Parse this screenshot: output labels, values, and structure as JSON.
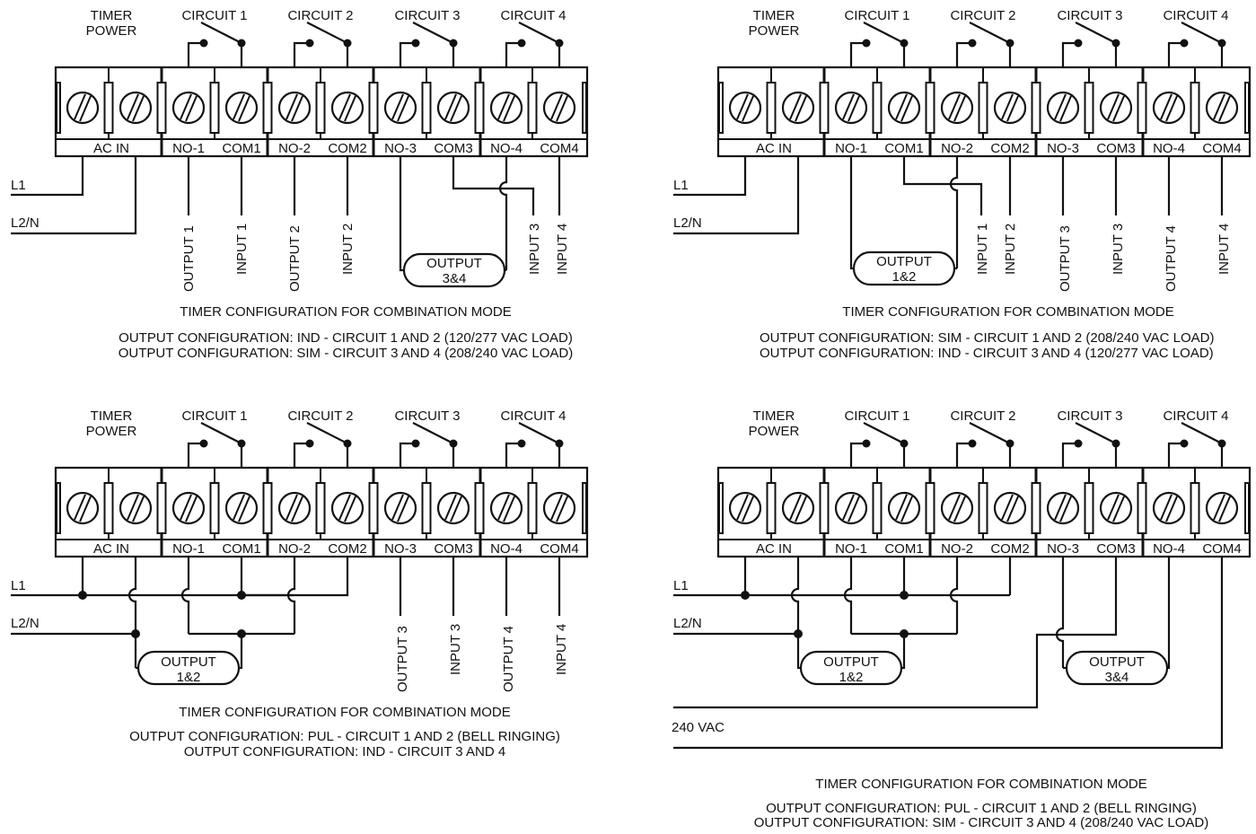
{
  "colors": {
    "ink": "#111111",
    "background": "#ffffff"
  },
  "common": {
    "timer_power_label": [
      "TIMER",
      "POWER"
    ],
    "circuit_labels": [
      "CIRCUIT 1",
      "CIRCUIT 2",
      "CIRCUIT 3",
      "CIRCUIT 4"
    ],
    "terminal_labels": [
      "AC IN",
      "NO-1",
      "COM1",
      "NO-2",
      "COM2",
      "NO-3",
      "COM3",
      "NO-4",
      "COM4"
    ],
    "line_labels": {
      "l1": "L1",
      "l2": "L2/N"
    },
    "caption_title": "TIMER CONFIGURATION FOR COMBINATION MODE"
  },
  "panels": [
    {
      "id": "top-left",
      "config_lines": [
        "OUTPUT CONFIGURATION: IND - CIRCUIT 1 AND 2 (120/277 VAC LOAD)",
        "OUTPUT CONFIGURATION: SIM - CIRCUIT 3 AND 4 (208/240 VAC LOAD)"
      ],
      "wire_labels": [
        "OUTPUT 1",
        "INPUT 1",
        "OUTPUT 2",
        "INPUT 2",
        "INPUT 3",
        "INPUT 4"
      ],
      "load_labels": [
        [
          "OUTPUT",
          "3&4"
        ]
      ]
    },
    {
      "id": "top-right",
      "config_lines": [
        "OUTPUT CONFIGURATION: SIM - CIRCUIT 1 AND 2 (208/240 VAC LOAD)",
        "OUTPUT CONFIGURATION: IND - CIRCUIT 3 AND 4 (120/277 VAC LOAD)"
      ],
      "wire_labels": [
        "INPUT 1",
        "INPUT 2",
        "OUTPUT 3",
        "INPUT 3",
        "OUTPUT 4",
        "INPUT 4"
      ],
      "load_labels": [
        [
          "OUTPUT",
          "1&2"
        ]
      ]
    },
    {
      "id": "bottom-left",
      "config_lines": [
        "OUTPUT CONFIGURATION: PUL - CIRCUIT 1 AND 2 (BELL RINGING)",
        "OUTPUT CONFIGURATION: IND - CIRCUIT 3 AND 4"
      ],
      "wire_labels": [
        "OUTPUT 3",
        "INPUT 3",
        "OUTPUT 4",
        "INPUT 4"
      ],
      "load_labels": [
        [
          "OUTPUT",
          "1&2"
        ]
      ]
    },
    {
      "id": "bottom-right",
      "config_lines": [
        "OUTPUT CONFIGURATION: PUL - CIRCUIT 1 AND 2 (BELL RINGING)",
        "OUTPUT CONFIGURATION: SIM - CIRCUIT 3 AND 4 (208/240 VAC LOAD)"
      ],
      "wire_labels": [],
      "load_labels": [
        [
          "OUTPUT",
          "1&2"
        ],
        [
          "OUTPUT",
          "3&4"
        ]
      ],
      "supply_label": "240 VAC"
    }
  ]
}
